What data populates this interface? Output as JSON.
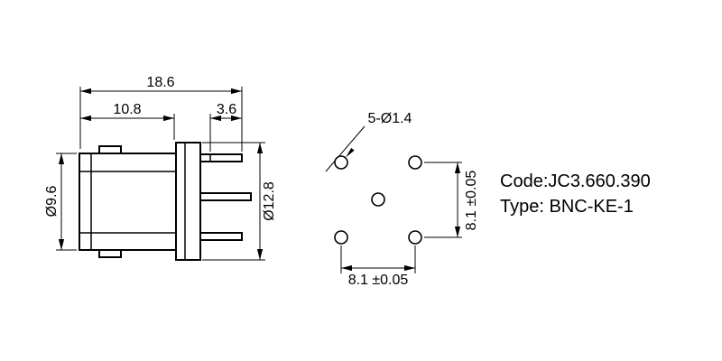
{
  "side_view": {
    "dim_total_length": "18.6",
    "dim_body_length": "10.8",
    "dim_pin_length": "3.6",
    "dim_body_diameter": "Ø9.6",
    "dim_flange_diameter": "Ø12.8"
  },
  "hole_pattern": {
    "holes_label": "5-Ø1.4",
    "dim_horizontal_pitch": "8.1 ±0.05",
    "dim_vertical_pitch": "8.1 ±0.05"
  },
  "part_info": {
    "code": "Code:JC3.660.390",
    "type": "Type: BNC-KE-1"
  },
  "colors": {
    "line": "#000000",
    "background": "#ffffff"
  }
}
